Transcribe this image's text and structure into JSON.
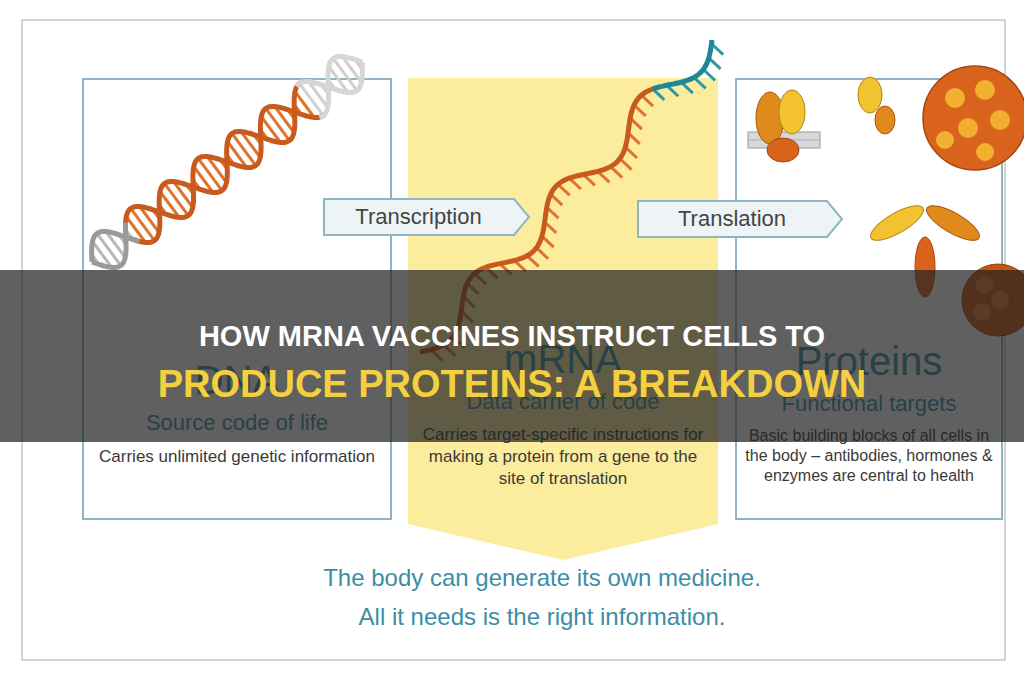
{
  "diagram": {
    "title": "HOW MRNA VACCINES INSTRUCT CELLS TO PRODUCE PROTEINS: A BREAKDOWN",
    "nodes": [
      {
        "text": [
          "DNA",
          "Source code of life",
          "Carries unlimited genetic information"
        ]
      },
      {
        "text": [
          "mRNA",
          "Data carrier of code",
          "Carries target-specific instructions for making a protein from a gene to the site of translation"
        ]
      },
      {
        "text": [
          "Proteins",
          "Functional targets",
          "Basic building blocks of all cells in the body – antibodies, hormones & enzymes are central to health"
        ]
      }
    ],
    "edges": [
      {
        "from": 0,
        "to": 1,
        "label": "Transcription",
        "arrow": "to"
      },
      {
        "from": 1,
        "to": 2,
        "label": "Translation",
        "arrow": "to"
      }
    ],
    "labels": [
      "The body can generate its own medicine.",
      "All it needs is the right information."
    ]
  }
}
